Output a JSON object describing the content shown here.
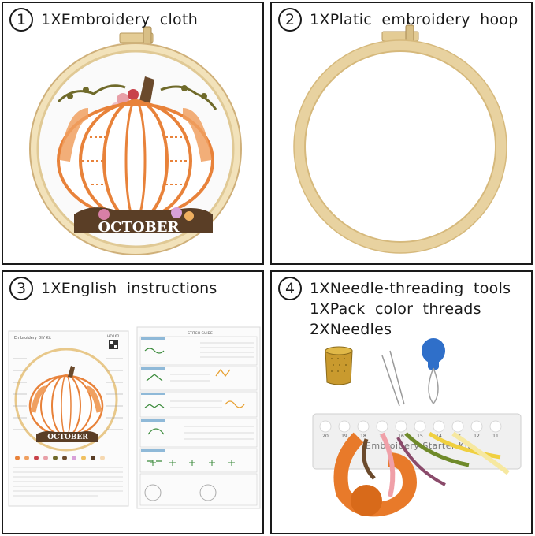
{
  "panels": [
    {
      "number": "1",
      "caption": "1XEmbroidery cloth"
    },
    {
      "number": "2",
      "caption": "1XPlatic embroidery hoop"
    },
    {
      "number": "3",
      "caption": "1XEnglish instructions"
    },
    {
      "number": "4",
      "lines": [
        "1XNeedle-threading tools",
        "1XPack color threads",
        "2XNeedles"
      ]
    }
  ],
  "cloth": {
    "text": "OCTOBER"
  },
  "instructions": {
    "sheet_title": "Embroidery DIY Kit",
    "sheet_code": "HD162",
    "pattern_text": "OCTOBER",
    "guide_title": "STITCH GUIDE"
  },
  "card": {
    "label": "Embroidery Starter Kit",
    "numbers": [
      "20",
      "19",
      "18",
      "17",
      "16",
      "15",
      "14",
      "13",
      "12",
      "11"
    ]
  },
  "colors": {
    "frame": "#1a1a1a",
    "hoop": "#ecd6a6",
    "pumpkin": "#e8823a",
    "stem": "#6b4a2c",
    "threader": "#2f6fc9",
    "thimble": "#c99a2e"
  }
}
